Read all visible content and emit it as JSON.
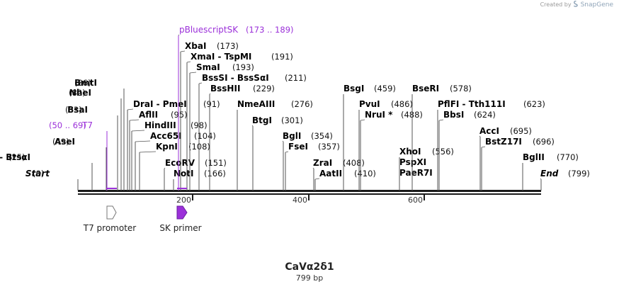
{
  "credit": {
    "prefix": "Created by",
    "brand": "SnapGene",
    "logo_icon": "snapgene-logo-icon"
  },
  "plasmid": {
    "name": "CaVα2δ1",
    "size_label": "799 bp"
  },
  "colors": {
    "enzyme": "#000000",
    "feature_label": "#9b30d9",
    "primer_arrow": "#9b30d9"
  },
  "axis_ticks": [
    "200",
    "400",
    "600"
  ],
  "sites": [
    {
      "name": "Start",
      "pos": "(0)",
      "style": "italic"
    },
    {
      "name": "BtsI  -  BtsαI",
      "pos": "(25)"
    },
    {
      "name": "AseI",
      "pos": "(49)"
    },
    {
      "name": "T7",
      "pos": "(50 .. 69)",
      "style": "feature"
    },
    {
      "name": "BsaI",
      "pos": "(63)"
    },
    {
      "name": "NheI",
      "pos": "(82)"
    },
    {
      "name": "BmtI",
      "pos": "(86)"
    },
    {
      "name": "DraI  -  PmeI",
      "pos": "(91)"
    },
    {
      "name": "AflII",
      "pos": "(95)"
    },
    {
      "name": "HindIII",
      "pos": "(98)"
    },
    {
      "name": "Acc65I",
      "pos": "(104)"
    },
    {
      "name": "KpnI",
      "pos": "(108)"
    },
    {
      "name": "EcoRV",
      "pos": "(151)"
    },
    {
      "name": "NotI",
      "pos": "(166)"
    },
    {
      "name": "pBluescriptSK",
      "pos": "(173 .. 189)",
      "style": "feature"
    },
    {
      "name": "XbaI",
      "pos": "(173)"
    },
    {
      "name": "XmaI  -  TspMI",
      "pos": "(191)"
    },
    {
      "name": "SmaI",
      "pos": "(193)"
    },
    {
      "name": "BssSI  -  BssSαI",
      "pos": "(211)"
    },
    {
      "name": "BssHII",
      "pos": "(229)"
    },
    {
      "name": "NmeAIII",
      "pos": "(276)"
    },
    {
      "name": "BtgI",
      "pos": "(301)"
    },
    {
      "name": "BglI",
      "pos": "(354)"
    },
    {
      "name": "FseI",
      "pos": "(357)"
    },
    {
      "name": "ZraI",
      "pos": "(408)"
    },
    {
      "name": "AatII",
      "pos": "(410)"
    },
    {
      "name": "BsgI",
      "pos": "(459)"
    },
    {
      "name": "PvuI",
      "pos": "(486)"
    },
    {
      "name": "NruI *",
      "pos": "(488)"
    },
    {
      "name": "XhoI",
      "pos": "(556)"
    },
    {
      "name": "PspXI",
      "pos": ""
    },
    {
      "name": "PaeR7I",
      "pos": ""
    },
    {
      "name": "BseRI",
      "pos": "(578)"
    },
    {
      "name": "PflFI  -  Tth111I",
      "pos": "(623)"
    },
    {
      "name": "BbsI",
      "pos": "(624)"
    },
    {
      "name": "AccI",
      "pos": "(695)"
    },
    {
      "name": "BstZ17I",
      "pos": "(696)"
    },
    {
      "name": "BglII",
      "pos": "(770)"
    },
    {
      "name": "End",
      "pos": "(799)",
      "style": "italic"
    }
  ],
  "features": [
    {
      "name": "T7 promoter",
      "icon": "promoter-arrow-icon",
      "filled": false
    },
    {
      "name": "SK primer",
      "icon": "primer-arrow-icon",
      "filled": true
    }
  ]
}
